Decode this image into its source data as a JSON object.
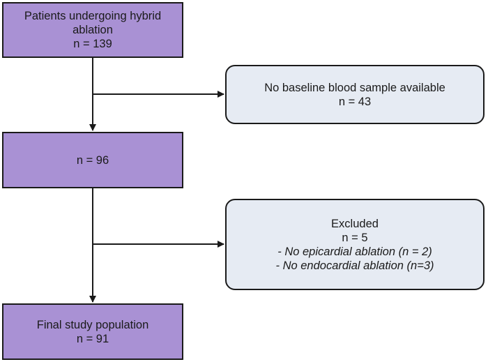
{
  "flowchart": {
    "step1": {
      "line1": "Patients undergoing hybrid",
      "line2": "ablation",
      "count": "n = 139"
    },
    "step2": {
      "count": "n = 96"
    },
    "step3": {
      "line1": "Final study population",
      "count": "n = 91"
    },
    "exclusion1": {
      "line1": "No baseline blood sample available",
      "count": "n = 43"
    },
    "exclusion2": {
      "title": "Excluded",
      "count": "n = 5",
      "reasons": [
        "- No epicardial ablation (n = 2)",
        "- No endocardial ablation (n=3)"
      ]
    }
  },
  "colors": {
    "main_box": "#a991d4",
    "side_box": "#e6ebf3",
    "stroke": "#1a1a1a"
  }
}
